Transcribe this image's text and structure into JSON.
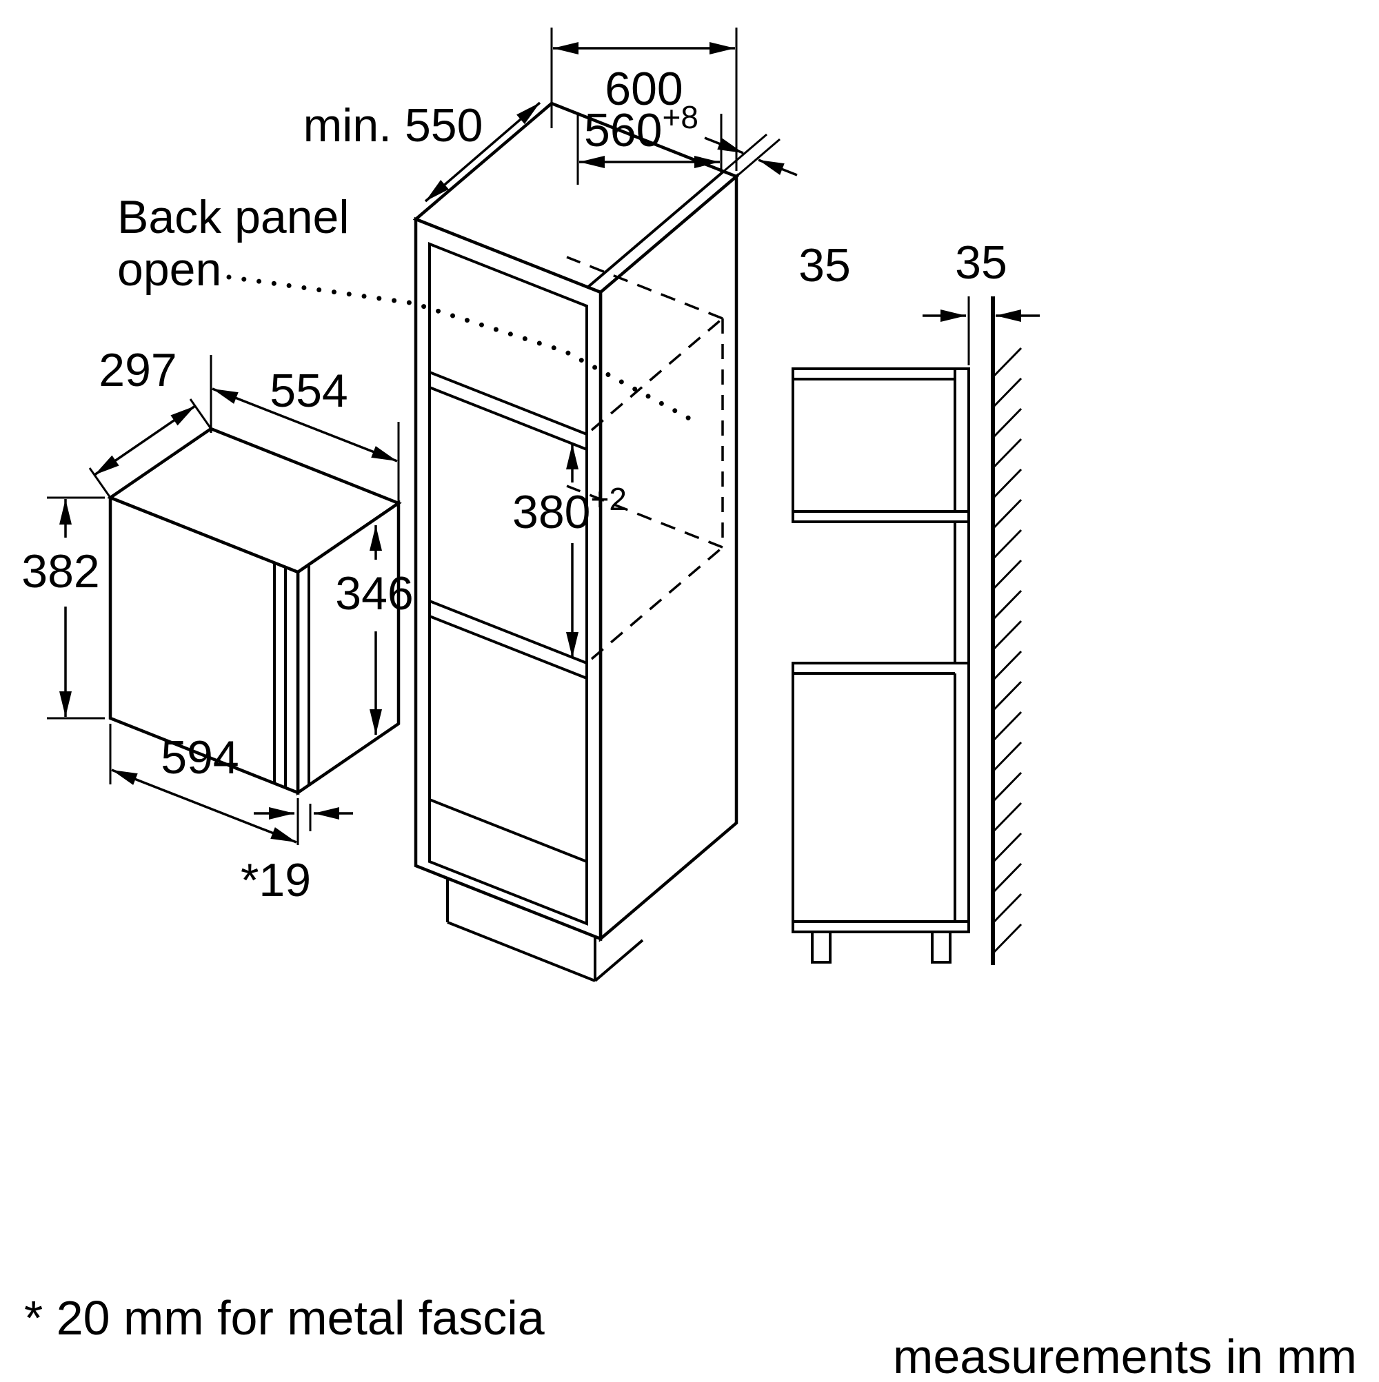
{
  "background": "#ffffff",
  "ink": "#000000",
  "cabinet": {
    "width": "600",
    "depth_min": "min. 550",
    "niche_width": "560",
    "niche_width_tolerance": "+8",
    "niche_height": "380",
    "niche_height_tolerance": "+2",
    "top_rear_gap": "35",
    "back_panel_note_line1": "Back panel",
    "back_panel_note_line2": "open"
  },
  "appliance": {
    "depth": "297",
    "top_width": "554",
    "height": "382",
    "front_height": "346",
    "front_width": "594",
    "fascia_offset": "*19"
  },
  "side_view": {
    "wall_gap": "35"
  },
  "notes": {
    "footnote": "* 20 mm for metal fascia",
    "units": "measurements in mm"
  }
}
